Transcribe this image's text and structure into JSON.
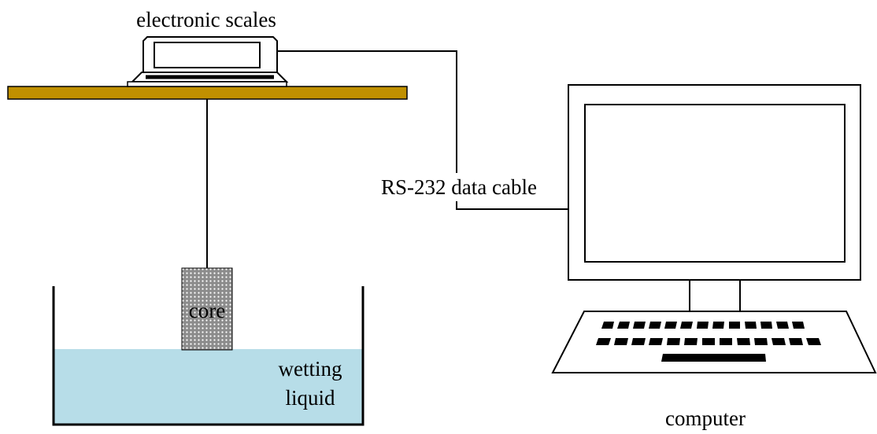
{
  "labels": {
    "scales": "electronic scales",
    "cable": "RS-232 data cable",
    "core": "core",
    "liquid_line1": "wetting",
    "liquid_line2": "liquid",
    "computer": "computer"
  },
  "colors": {
    "shelf": "#C09000",
    "liquid": "#B7DDE8",
    "core_fill": "#8C8C8C",
    "line": "#000000"
  }
}
